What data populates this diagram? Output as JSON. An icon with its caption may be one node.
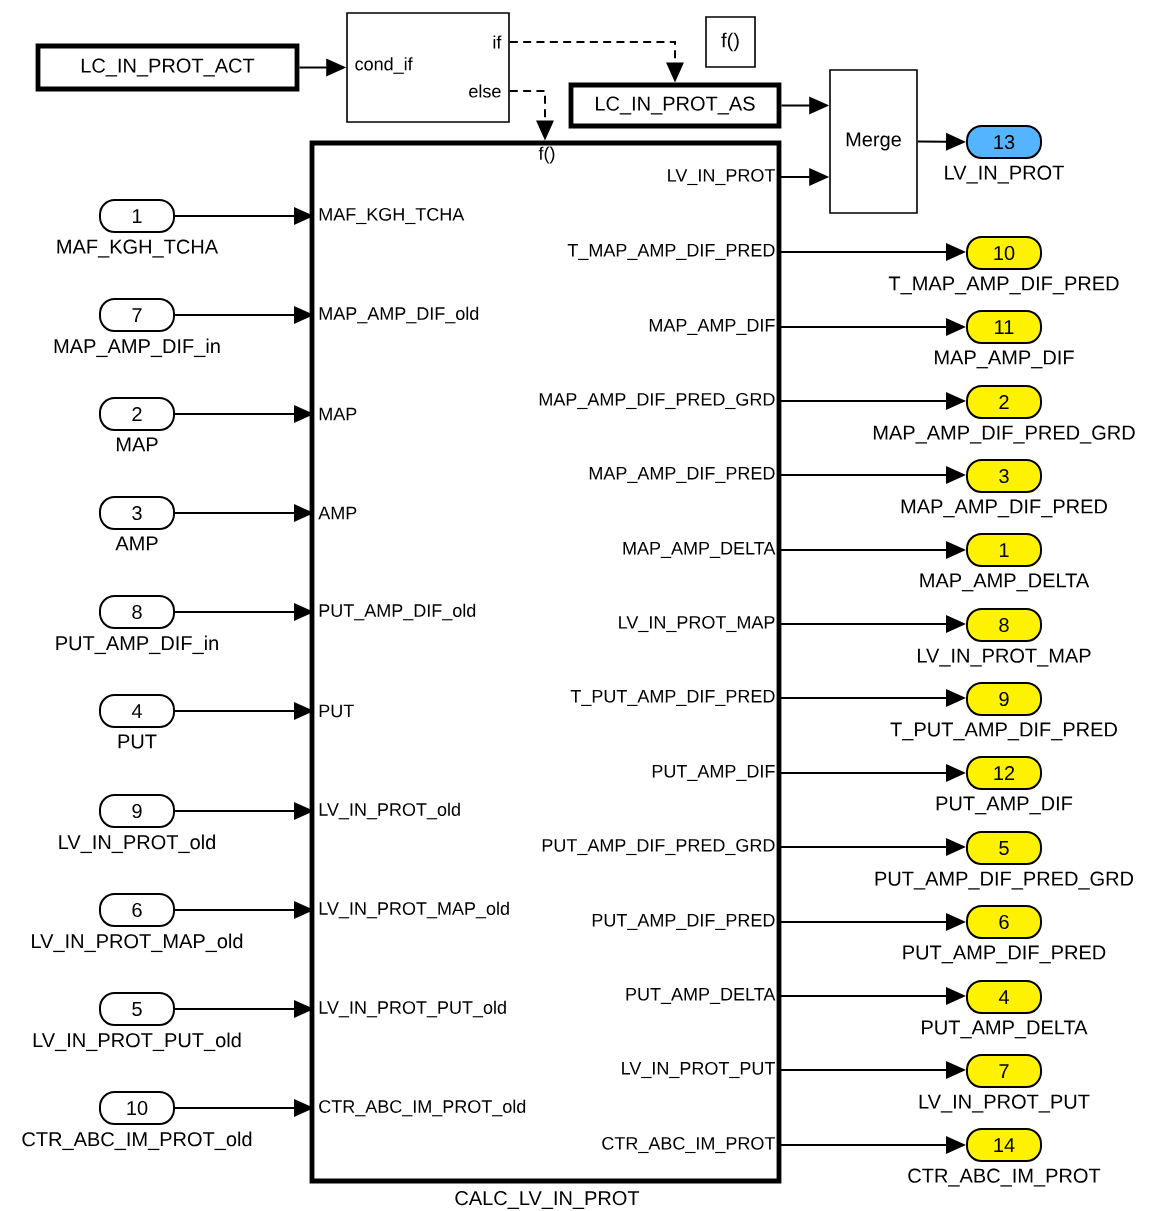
{
  "diagram": {
    "nodes": [
      {
        "text": [
          "LC_IN_PROT_ACT"
        ]
      },
      {
        "text": [
          "cond_if",
          "if",
          "else"
        ]
      },
      {
        "text": [
          "f()"
        ]
      },
      {
        "text": [
          "LC_IN_PROT_AS"
        ]
      },
      {
        "text": [
          "Merge"
        ]
      },
      {
        "text": [
          "13"
        ],
        "beside": [
          "LV_IN_PROT"
        ]
      },
      {
        "text": [
          "f()",
          "CALC_LV_IN_PROT"
        ]
      },
      {
        "text": [
          "MAF_KGH_TCHA"
        ],
        "in": 6
      },
      {
        "text": [
          "MAP_AMP_DIF_old"
        ],
        "in": 6
      },
      {
        "text": [
          "MAP"
        ],
        "in": 6
      },
      {
        "text": [
          "AMP"
        ],
        "in": 6
      },
      {
        "text": [
          "PUT_AMP_DIF_old"
        ],
        "in": 6
      },
      {
        "text": [
          "PUT"
        ],
        "in": 6
      },
      {
        "text": [
          "LV_IN_PROT_old"
        ],
        "in": 6
      },
      {
        "text": [
          "LV_IN_PROT_MAP_old"
        ],
        "in": 6
      },
      {
        "text": [
          "LV_IN_PROT_PUT_old"
        ],
        "in": 6
      },
      {
        "text": [
          "CTR_ABC_IM_PROT_old"
        ],
        "in": 6
      },
      {
        "text": [
          "LV_IN_PROT"
        ],
        "in": 6
      },
      {
        "text": [
          "T_MAP_AMP_DIF_PRED"
        ],
        "in": 6
      },
      {
        "text": [
          "MAP_AMP_DIF"
        ],
        "in": 6
      },
      {
        "text": [
          "MAP_AMP_DIF_PRED_GRD"
        ],
        "in": 6
      },
      {
        "text": [
          "MAP_AMP_DIF_PRED"
        ],
        "in": 6
      },
      {
        "text": [
          "MAP_AMP_DELTA"
        ],
        "in": 6
      },
      {
        "text": [
          "LV_IN_PROT_MAP"
        ],
        "in": 6
      },
      {
        "text": [
          "T_PUT_AMP_DIF_PRED"
        ],
        "in": 6
      },
      {
        "text": [
          "PUT_AMP_DIF"
        ],
        "in": 6
      },
      {
        "text": [
          "PUT_AMP_DIF_PRED_GRD"
        ],
        "in": 6
      },
      {
        "text": [
          "PUT_AMP_DIF_PRED"
        ],
        "in": 6
      },
      {
        "text": [
          "PUT_AMP_DELTA"
        ],
        "in": 6
      },
      {
        "text": [
          "LV_IN_PROT_PUT"
        ],
        "in": 6
      },
      {
        "text": [
          "CTR_ABC_IM_PROT"
        ],
        "in": 6
      },
      {
        "text": [
          "1"
        ],
        "beside": [
          "MAF_KGH_TCHA"
        ]
      },
      {
        "text": [
          "7"
        ],
        "beside": [
          "MAP_AMP_DIF_in"
        ]
      },
      {
        "text": [
          "2"
        ],
        "beside": [
          "MAP"
        ]
      },
      {
        "text": [
          "3"
        ],
        "beside": [
          "AMP"
        ]
      },
      {
        "text": [
          "8"
        ],
        "beside": [
          "PUT_AMP_DIF_in"
        ]
      },
      {
        "text": [
          "4"
        ],
        "beside": [
          "PUT"
        ]
      },
      {
        "text": [
          "9"
        ],
        "beside": [
          "LV_IN_PROT_old"
        ]
      },
      {
        "text": [
          "6"
        ],
        "beside": [
          "LV_IN_PROT_MAP_old"
        ]
      },
      {
        "text": [
          "5"
        ],
        "beside": [
          "LV_IN_PROT_PUT_old"
        ]
      },
      {
        "text": [
          "10"
        ],
        "beside": [
          "CTR_ABC_IM_PROT_old"
        ]
      },
      {
        "text": [
          "10"
        ],
        "beside": [
          "T_MAP_AMP_DIF_PRED"
        ]
      },
      {
        "text": [
          "11"
        ],
        "beside": [
          "MAP_AMP_DIF"
        ]
      },
      {
        "text": [
          "2"
        ],
        "beside": [
          "MAP_AMP_DIF_PRED_GRD"
        ]
      },
      {
        "text": [
          "3"
        ],
        "beside": [
          "MAP_AMP_DIF_PRED"
        ]
      },
      {
        "text": [
          "1"
        ],
        "beside": [
          "MAP_AMP_DELTA"
        ]
      },
      {
        "text": [
          "8"
        ],
        "beside": [
          "LV_IN_PROT_MAP"
        ]
      },
      {
        "text": [
          "9"
        ],
        "beside": [
          "T_PUT_AMP_DIF_PRED"
        ]
      },
      {
        "text": [
          "12"
        ],
        "beside": [
          "PUT_AMP_DIF"
        ]
      },
      {
        "text": [
          "5"
        ],
        "beside": [
          "PUT_AMP_DIF_PRED_GRD"
        ]
      },
      {
        "text": [
          "6"
        ],
        "beside": [
          "PUT_AMP_DIF_PRED"
        ]
      },
      {
        "text": [
          "4"
        ],
        "beside": [
          "PUT_AMP_DELTA"
        ]
      },
      {
        "text": [
          "7"
        ],
        "beside": [
          "LV_IN_PROT_PUT"
        ]
      },
      {
        "text": [
          "14"
        ],
        "beside": [
          "CTR_ABC_IM_PROT"
        ]
      }
    ],
    "edges": [
      {
        "from": 0,
        "to": 1,
        "arrow": "to"
      },
      {
        "from": 1,
        "to": 3,
        "arrow": "to",
        "style": "dashed"
      },
      {
        "from": 1,
        "to": 6,
        "arrow": "to",
        "style": "dashed"
      },
      {
        "from": 3,
        "to": 4,
        "arrow": "to"
      },
      {
        "from": 17,
        "to": 4,
        "arrow": "to"
      },
      {
        "from": 4,
        "to": 5,
        "arrow": "to"
      },
      {
        "from": 31,
        "to": 7,
        "arrow": "to"
      },
      {
        "from": 32,
        "to": 8,
        "arrow": "to"
      },
      {
        "from": 33,
        "to": 9,
        "arrow": "to"
      },
      {
        "from": 34,
        "to": 10,
        "arrow": "to"
      },
      {
        "from": 35,
        "to": 11,
        "arrow": "to"
      },
      {
        "from": 36,
        "to": 12,
        "arrow": "to"
      },
      {
        "from": 37,
        "to": 13,
        "arrow": "to"
      },
      {
        "from": 38,
        "to": 14,
        "arrow": "to"
      },
      {
        "from": 39,
        "to": 15,
        "arrow": "to"
      },
      {
        "from": 40,
        "to": 16,
        "arrow": "to"
      },
      {
        "from": 18,
        "to": 41,
        "arrow": "to"
      },
      {
        "from": 19,
        "to": 42,
        "arrow": "to"
      },
      {
        "from": 20,
        "to": 43,
        "arrow": "to"
      },
      {
        "from": 21,
        "to": 44,
        "arrow": "to"
      },
      {
        "from": 22,
        "to": 45,
        "arrow": "to"
      },
      {
        "from": 23,
        "to": 46,
        "arrow": "to"
      },
      {
        "from": 24,
        "to": 47,
        "arrow": "to"
      },
      {
        "from": 25,
        "to": 48,
        "arrow": "to"
      },
      {
        "from": 26,
        "to": 49,
        "arrow": "to"
      },
      {
        "from": 27,
        "to": 50,
        "arrow": "to"
      },
      {
        "from": 28,
        "to": 51,
        "arrow": "to"
      },
      {
        "from": 29,
        "to": 52,
        "arrow": "to"
      },
      {
        "from": 30,
        "to": 53,
        "arrow": "to"
      }
    ]
  }
}
